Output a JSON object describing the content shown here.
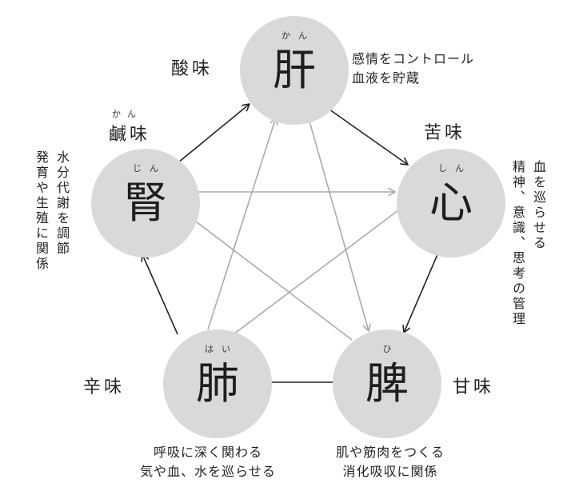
{
  "elements": {
    "liver": {
      "kanji": "肝",
      "ruby": "かん",
      "taste": "酸味",
      "desc": [
        "感情をコントロール",
        "血液を貯蔵"
      ]
    },
    "heart": {
      "kanji": "心",
      "ruby": "しん",
      "taste": "苦味",
      "desc": [
        "血を巡らせる",
        "精神、意識、思考の管理"
      ]
    },
    "spleen": {
      "kanji": "脾",
      "ruby": "ひ",
      "taste": "甘味",
      "desc": [
        "肌や筋肉をつくる",
        "消化吸収に関係"
      ]
    },
    "lung": {
      "kanji": "肺",
      "ruby": "はい",
      "taste": "辛味",
      "desc": [
        "呼吸に深く関わる",
        "気や血、水を巡らせる"
      ]
    },
    "kidney": {
      "kanji": "腎",
      "ruby": "じん",
      "taste": "鹹味",
      "taste_ruby": "かん",
      "desc": [
        "水分代謝を調節",
        "発育や生殖に関係"
      ]
    }
  },
  "colors": {
    "circle": "#d9d9d9",
    "outer_arrow": "#222222",
    "inner_arrow": "#aaaaaa",
    "text": "#222222"
  }
}
